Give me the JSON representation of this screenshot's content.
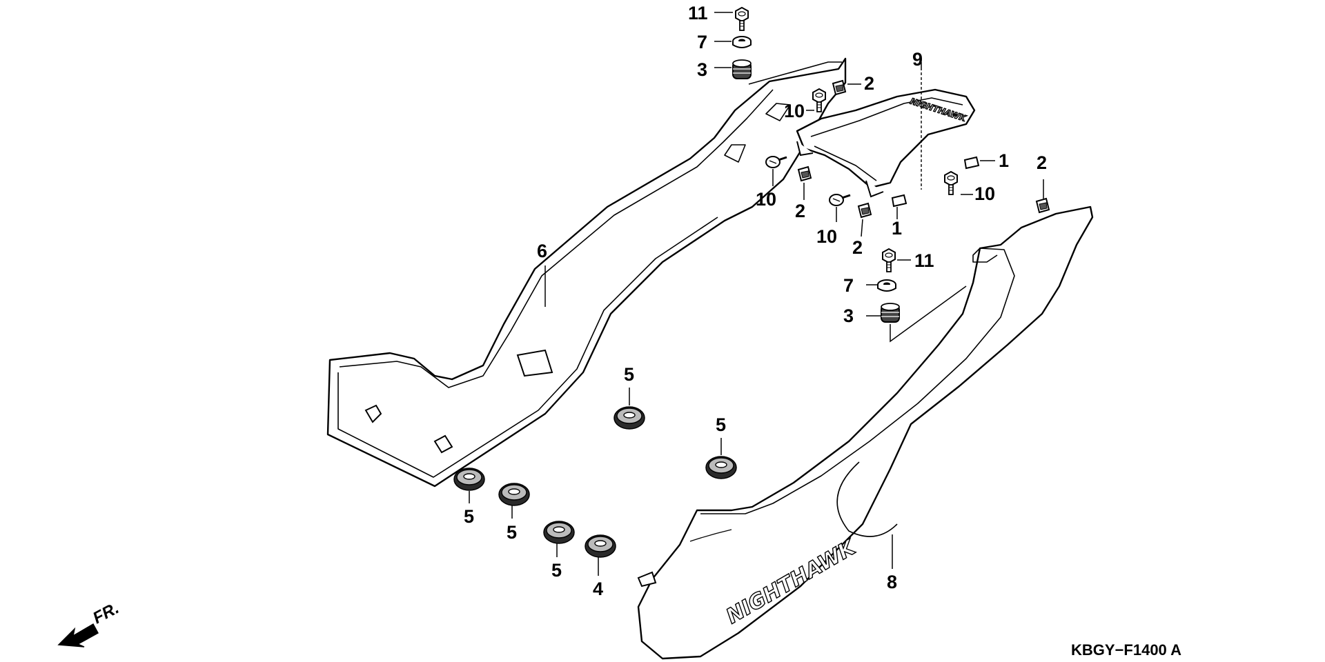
{
  "diagram": {
    "callouts": {
      "c11a": "11",
      "c7a": "7",
      "c3a": "3",
      "c2a": "2",
      "c9": "9",
      "c10a": "10",
      "c1a": "1",
      "c2e": "2",
      "c10b": "10",
      "c2b": "2",
      "c10c": "10",
      "c2c": "2",
      "c1b": "1",
      "c10d": "10",
      "c6": "6",
      "c11b": "11",
      "c7b": "7",
      "c3b": "3",
      "c5a": "5",
      "c5b": "5",
      "c5c": "5",
      "c5d": "5",
      "c5e": "5",
      "c4": "4",
      "c8": "8"
    },
    "direction_label": "FR.",
    "diagram_code": "KBGY−F1400 A",
    "logo_cover": "NIGHTHAWK",
    "logo_cowl": "NIGHTHAWK"
  }
}
